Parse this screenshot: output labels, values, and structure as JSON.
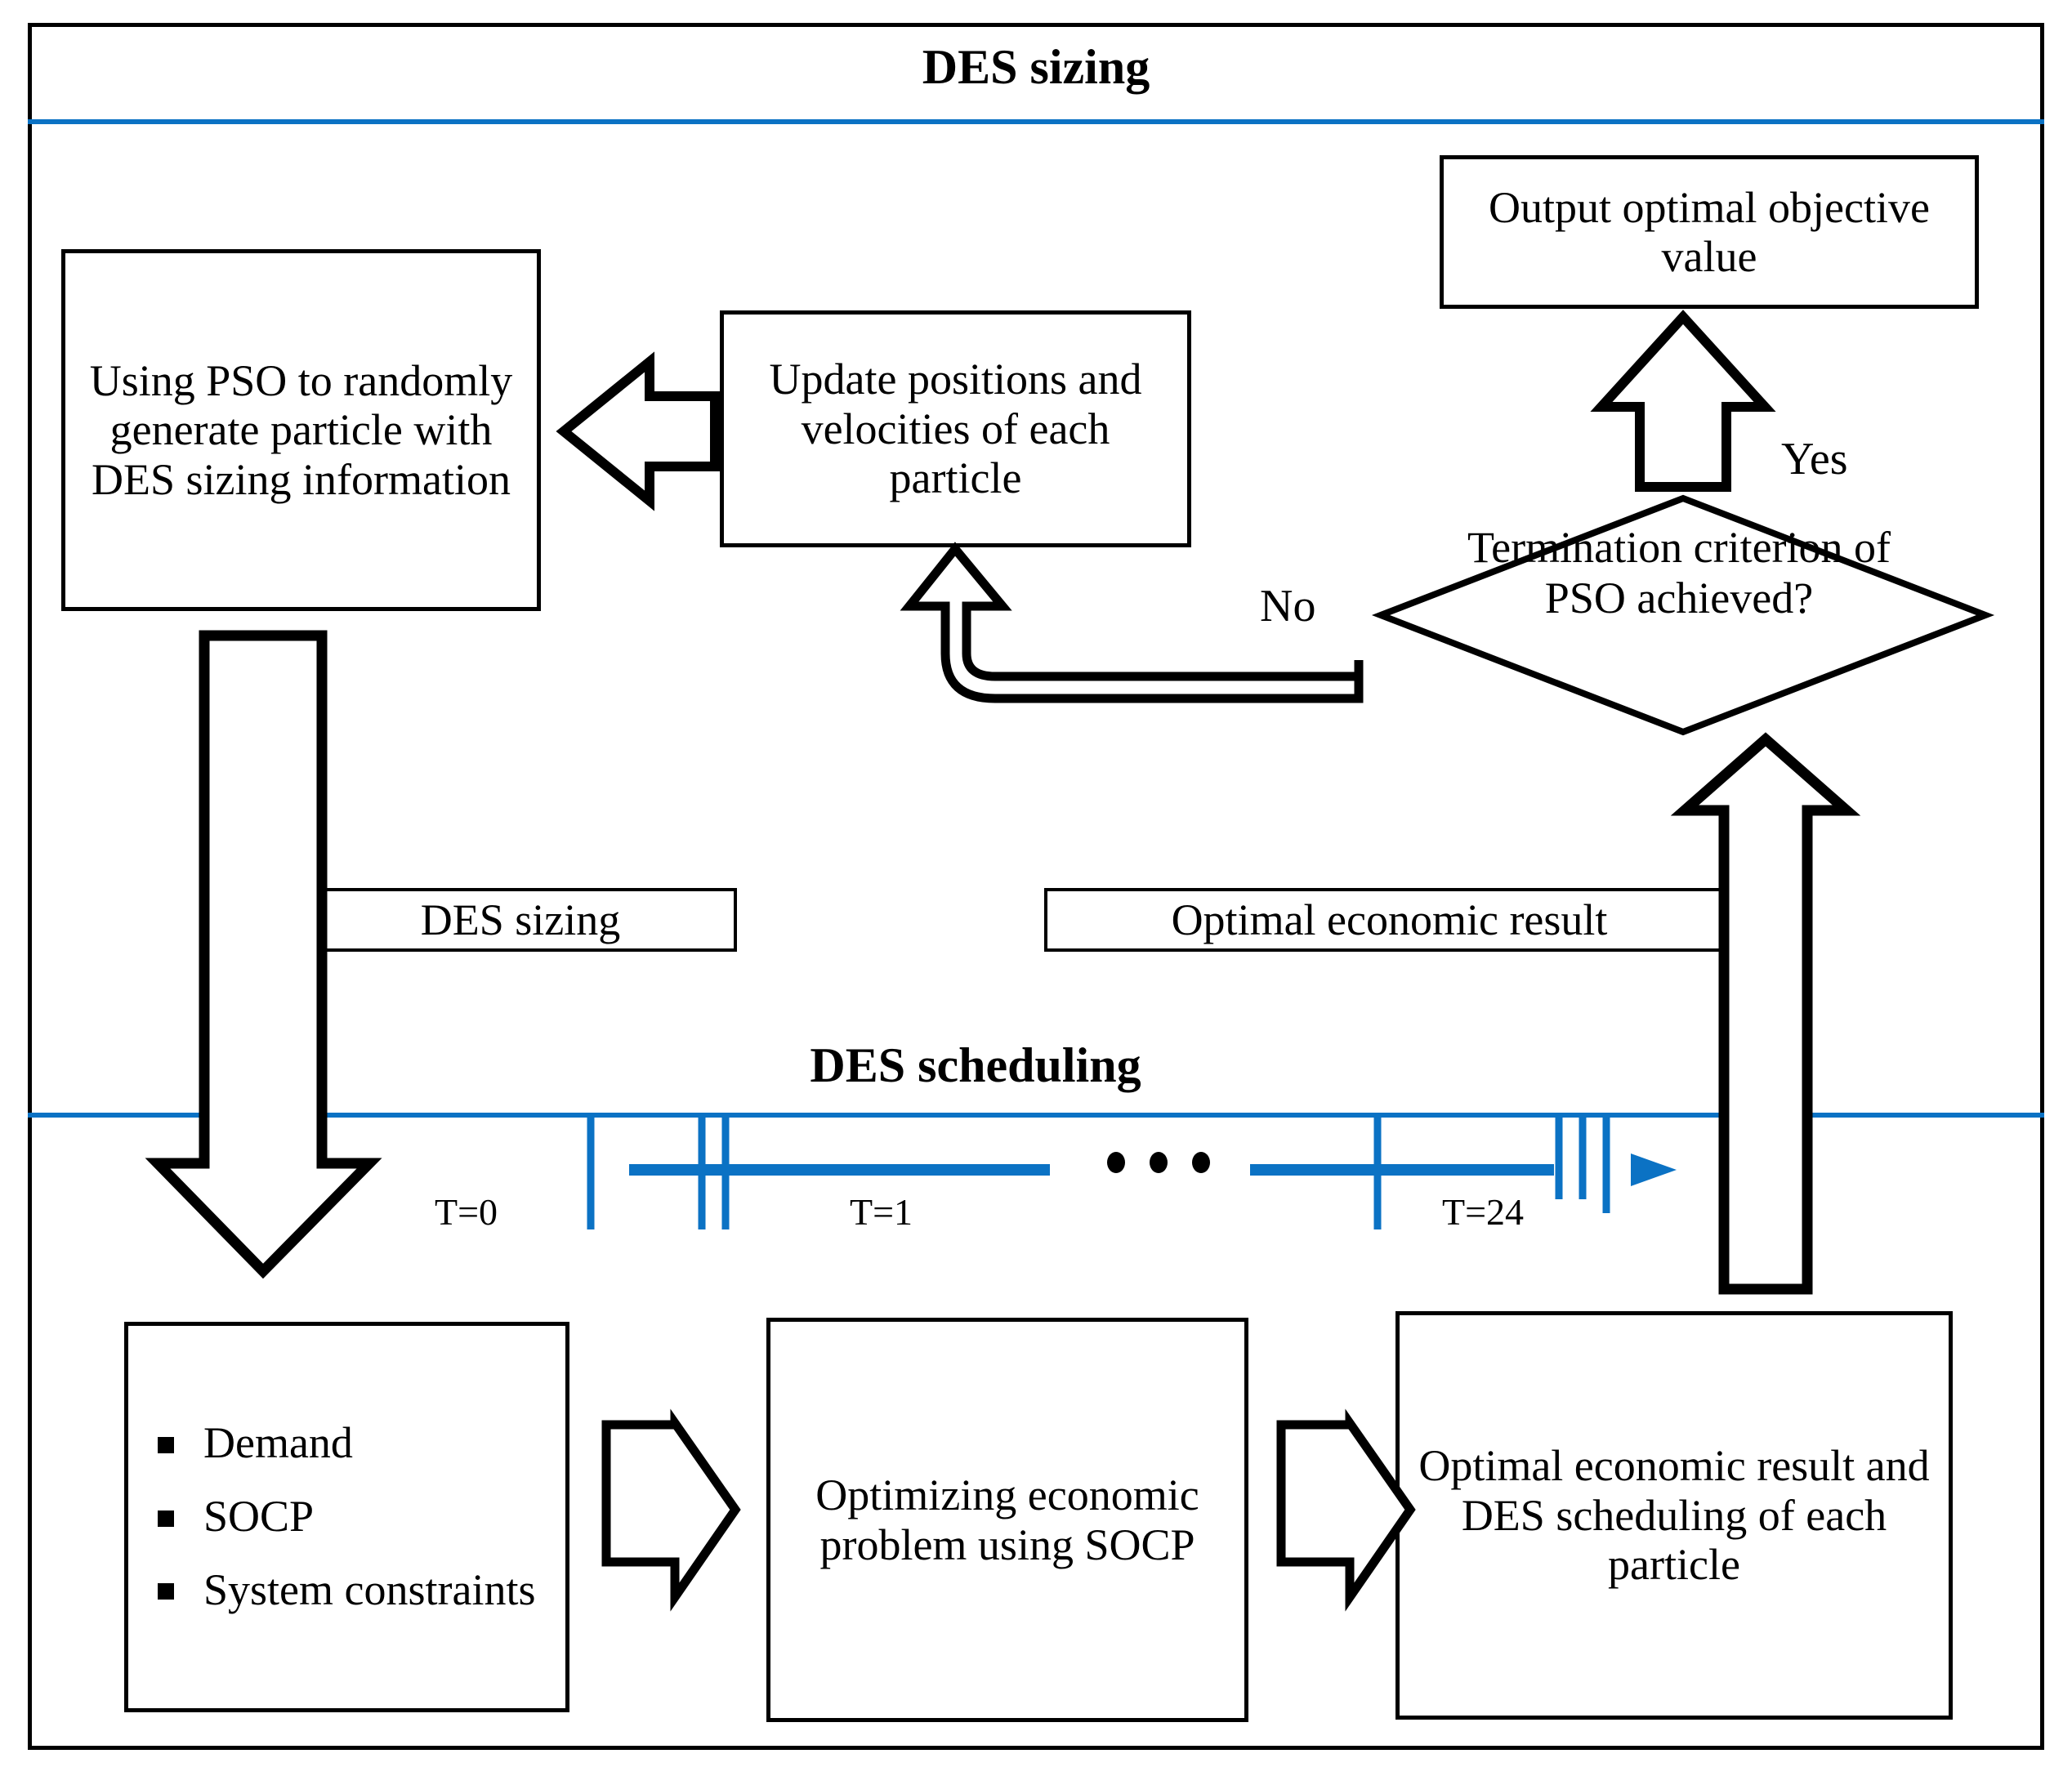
{
  "diagram": {
    "title": "DES sizing flowchart with DES scheduling sub-process",
    "sections": {
      "sizing_title": "DES sizing",
      "scheduling_title": "DES scheduling"
    },
    "boxes": {
      "pso_generate": "Using PSO to randomly generate particle with DES sizing information",
      "update_positions": "Update positions and velocities of each particle",
      "output_optimal": "Output optimal objective value",
      "termination": "Termination criterion of PSO achieved?",
      "optimize_socp": "Optimizing economic problem using SOCP",
      "optimal_result": "Optimal economic result and DES scheduling of each particle"
    },
    "inputs": {
      "items": [
        "Demand",
        "SOCP",
        "System constraints"
      ]
    },
    "tags": {
      "des_sizing": "DES sizing",
      "optimal_economic_result": "Optimal economic result"
    },
    "edge_labels": {
      "yes": "Yes",
      "no": "No"
    },
    "timeline": {
      "ticks": [
        "T=0",
        "T=1",
        "T=24"
      ],
      "ellipsis": "• • •"
    },
    "colors": {
      "accent_blue": "#0b72c4",
      "stroke_black": "#000000",
      "background": "#ffffff"
    }
  }
}
